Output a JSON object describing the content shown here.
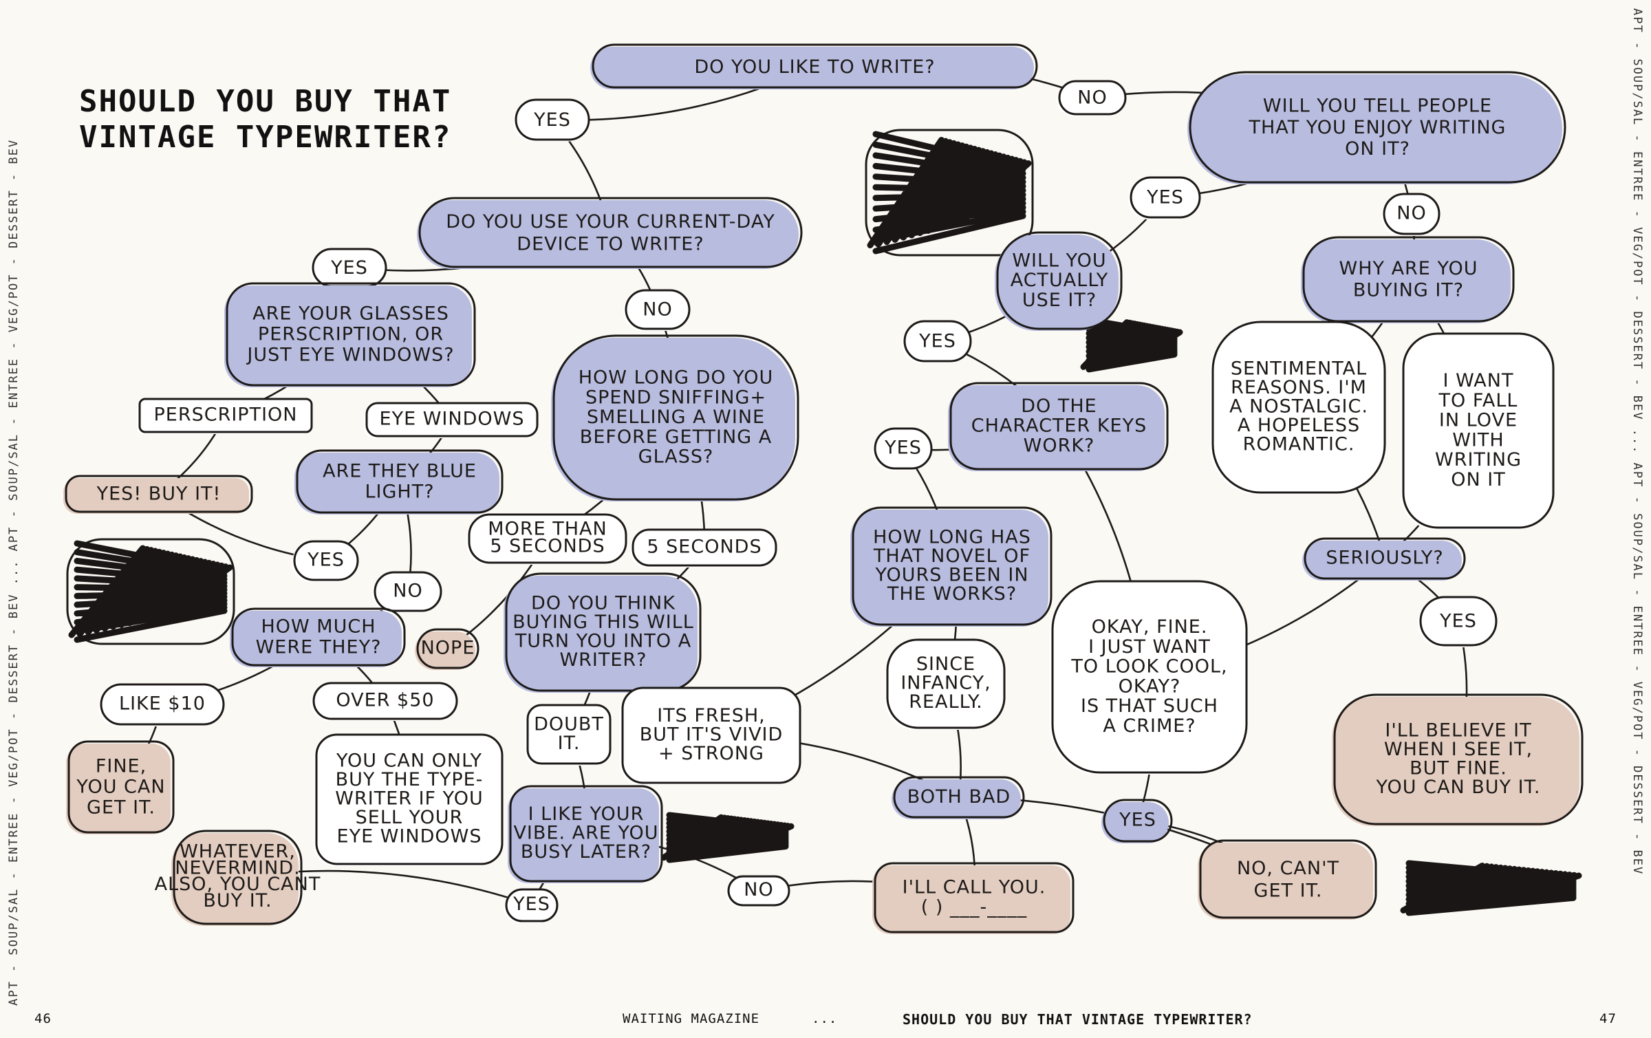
{
  "title_lines": [
    "SHOULD YOU BUY THAT",
    "VINTAGE TYPEWRITER?"
  ],
  "side_rail_left": "APT - SOUP/SAL - ENTREE - VEG/POT - DESSERT - BEV ... APT - SOUP/SAL - ENTREE - VEG/POT - DESSERT - BEV",
  "side_rail_right": "APT - SOUP/SAL - ENTREE - VEG/POT - DESSERT - BEV ... APT - SOUP/SAL - ENTREE - VEG/POT - DESSERT - BEV",
  "footer": {
    "page_left": "46",
    "magazine": "WAITING MAGAZINE",
    "separator": "...",
    "article": "SHOULD YOU BUY THAT VINTAGE TYPEWRITER?",
    "page_right": "47"
  },
  "colors": {
    "question": "#b8bde0",
    "answer": "#ffffff",
    "outcome": "#e3cdc0",
    "stroke": "#1d1a18",
    "scribble": "#1a1615"
  },
  "nodes": [
    {
      "id": "q-like-write",
      "kind": "question",
      "lines": [
        "DO YOU LIKE     TO WRITE?"
      ]
    },
    {
      "id": "a-yes-1",
      "kind": "answer",
      "lines": [
        "YES"
      ]
    },
    {
      "id": "a-no-1",
      "kind": "answer",
      "lines": [
        "NO"
      ]
    },
    {
      "id": "q-tell-people",
      "kind": "question",
      "lines": [
        "WILL YOU TELL PEOPLE",
        "THAT YOU ENJOY WRITING",
        "ON IT?"
      ]
    },
    {
      "id": "q-current-device",
      "kind": "question",
      "lines": [
        "DO YOU USE YOUR CURRENT-DAY",
        "DEVICE TO WRITE?"
      ]
    },
    {
      "id": "a-yes-device",
      "kind": "answer",
      "lines": [
        "YES"
      ]
    },
    {
      "id": "a-no-device",
      "kind": "answer",
      "lines": [
        "NO"
      ]
    },
    {
      "id": "q-glasses",
      "kind": "question",
      "lines": [
        "ARE YOUR GLASSES",
        "PERSCRIPTION, OR",
        "JUST EYE WINDOWS?"
      ]
    },
    {
      "id": "a-perscription",
      "kind": "answer",
      "lines": [
        "PERSCRIPTION"
      ]
    },
    {
      "id": "a-eye-windows",
      "kind": "answer",
      "lines": [
        "EYE WINDOWS"
      ]
    },
    {
      "id": "o-yes-buy",
      "kind": "outcome",
      "lines": [
        "YES! BUY IT!"
      ]
    },
    {
      "id": "q-blue-light",
      "kind": "question",
      "lines": [
        "ARE THEY BLUE",
        "LIGHT?"
      ]
    },
    {
      "id": "a-yes-blue",
      "kind": "answer",
      "lines": [
        "YES"
      ]
    },
    {
      "id": "a-no-blue",
      "kind": "answer",
      "lines": [
        "NO"
      ]
    },
    {
      "id": "q-how-much",
      "kind": "question",
      "lines": [
        "HOW MUCH",
        "WERE THEY?"
      ]
    },
    {
      "id": "a-like-10",
      "kind": "answer",
      "lines": [
        "LIKE $10"
      ]
    },
    {
      "id": "a-over-50",
      "kind": "answer",
      "lines": [
        "OVER $50"
      ]
    },
    {
      "id": "o-fine-get",
      "kind": "outcome",
      "lines": [
        "FINE,",
        "YOU CAN",
        "GET IT."
      ]
    },
    {
      "id": "a-only-buy",
      "kind": "answer",
      "lines": [
        "YOU CAN ONLY",
        "BUY THE TYPE-",
        "WRITER IF YOU",
        "SELL YOUR",
        "EYE WINDOWS"
      ]
    },
    {
      "id": "o-whatever",
      "kind": "outcome",
      "lines": [
        "WHATEVER,",
        "NEVERMIND.",
        "ALSO, YOU CANT",
        "BUY IT."
      ]
    },
    {
      "id": "q-sniffing",
      "kind": "question",
      "lines": [
        "HOW LONG DO YOU",
        "SPEND SNIFFING+",
        "SMELLING A WINE",
        "BEFORE GETTING A",
        "GLASS?"
      ]
    },
    {
      "id": "a-more-5",
      "kind": "answer",
      "lines": [
        "MORE THAN",
        "5 SECONDS"
      ]
    },
    {
      "id": "a-5-seconds",
      "kind": "answer",
      "lines": [
        "5 SECONDS"
      ]
    },
    {
      "id": "o-nope",
      "kind": "outcome",
      "lines": [
        "NOPE"
      ]
    },
    {
      "id": "q-into-writer",
      "kind": "question",
      "lines": [
        "DO YOU THINK",
        "BUYING THIS WILL",
        "TURN YOU INTO A",
        "WRITER?"
      ]
    },
    {
      "id": "a-doubt",
      "kind": "answer",
      "lines": [
        "DOUBT",
        "IT."
      ]
    },
    {
      "id": "a-fresh",
      "kind": "answer",
      "lines": [
        "ITS FRESH,",
        "BUT IT'S VIVID",
        "+ STRONG"
      ]
    },
    {
      "id": "q-vibe",
      "kind": "question",
      "lines": [
        "I LIKE YOUR",
        "VIBE. ARE YOU",
        "BUSY LATER?"
      ]
    },
    {
      "id": "a-yes-vibe",
      "kind": "answer",
      "lines": [
        "YES"
      ]
    },
    {
      "id": "a-no-vibe",
      "kind": "answer",
      "lines": [
        "NO"
      ]
    },
    {
      "id": "o-call-you",
      "kind": "outcome",
      "lines": [
        "I'LL CALL YOU.",
        "(   ) ___-____"
      ]
    },
    {
      "id": "q-actually-use",
      "kind": "question",
      "lines": [
        "WILL YOU",
        "ACTUALLY",
        "USE IT?"
      ]
    },
    {
      "id": "a-yes-tell",
      "kind": "answer",
      "lines": [
        "YES"
      ]
    },
    {
      "id": "a-yes-use",
      "kind": "answer",
      "lines": [
        "YES"
      ]
    },
    {
      "id": "q-keys",
      "kind": "question",
      "lines": [
        "DO THE",
        "CHARACTER KEYS",
        "WORK?"
      ]
    },
    {
      "id": "a-yes-keys",
      "kind": "answer",
      "lines": [
        "YES"
      ]
    },
    {
      "id": "q-novel",
      "kind": "question",
      "lines": [
        "HOW LONG HAS",
        "THAT NOVEL OF",
        "YOURS BEEN IN",
        "THE WORKS?"
      ]
    },
    {
      "id": "a-infancy",
      "kind": "answer",
      "lines": [
        "SINCE",
        "INFANCY,",
        "REALLY."
      ]
    },
    {
      "id": "q-both-bad",
      "kind": "question",
      "lines": [
        "BOTH BAD"
      ]
    },
    {
      "id": "a-look-cool",
      "kind": "answer",
      "lines": [
        "OKAY, FINE.",
        "I JUST WANT",
        "TO LOOK COOL,",
        "OKAY?",
        "IS THAT SUCH",
        "A CRIME?"
      ]
    },
    {
      "id": "a-yes-cool",
      "kind": "question",
      "lines": [
        "YES"
      ]
    },
    {
      "id": "o-no-cant",
      "kind": "outcome",
      "lines": [
        "NO, CAN'T",
        "GET IT."
      ]
    },
    {
      "id": "a-no-tell",
      "kind": "answer",
      "lines": [
        "NO"
      ]
    },
    {
      "id": "q-why-buying",
      "kind": "question",
      "lines": [
        "WHY ARE YOU",
        "BUYING IT?"
      ]
    },
    {
      "id": "a-sentimental",
      "kind": "answer",
      "lines": [
        "SENTIMENTAL",
        "REASONS. I'M",
        "A NOSTALGIC.",
        "A HOPELESS",
        "ROMANTIC."
      ]
    },
    {
      "id": "a-fall-love",
      "kind": "answer",
      "lines": [
        "I WANT",
        "TO FALL",
        "IN LOVE",
        "WITH",
        "WRITING",
        "ON IT"
      ]
    },
    {
      "id": "q-seriously",
      "kind": "question",
      "lines": [
        "SERIOUSLY?"
      ]
    },
    {
      "id": "a-yes-serious",
      "kind": "answer",
      "lines": [
        "YES"
      ]
    },
    {
      "id": "o-believe",
      "kind": "outcome",
      "lines": [
        "I'LL BELIEVE IT",
        "WHEN I SEE IT,",
        "BUT FINE.",
        "YOU CAN BUY IT."
      ]
    }
  ],
  "edges": [
    [
      "q-like-write",
      "a-yes-1"
    ],
    [
      "q-like-write",
      "a-no-1"
    ],
    [
      "a-no-1",
      "q-tell-people"
    ],
    [
      "a-yes-1",
      "q-current-device"
    ],
    [
      "q-current-device",
      "a-yes-device"
    ],
    [
      "q-current-device",
      "a-no-device"
    ],
    [
      "a-yes-device",
      "q-glasses"
    ],
    [
      "q-glasses",
      "a-perscription"
    ],
    [
      "q-glasses",
      "a-eye-windows"
    ],
    [
      "a-perscription",
      "o-yes-buy"
    ],
    [
      "a-eye-windows",
      "q-blue-light"
    ],
    [
      "q-blue-light",
      "a-yes-blue"
    ],
    [
      "q-blue-light",
      "a-no-blue"
    ],
    [
      "a-yes-blue",
      "o-yes-buy"
    ],
    [
      "a-no-blue",
      "q-how-much"
    ],
    [
      "q-how-much",
      "a-like-10"
    ],
    [
      "q-how-much",
      "a-over-50"
    ],
    [
      "a-like-10",
      "o-fine-get"
    ],
    [
      "a-over-50",
      "a-only-buy"
    ],
    [
      "a-no-device",
      "q-sniffing"
    ],
    [
      "q-sniffing",
      "a-more-5"
    ],
    [
      "q-sniffing",
      "a-5-seconds"
    ],
    [
      "a-more-5",
      "o-nope"
    ],
    [
      "a-5-seconds",
      "q-into-writer"
    ],
    [
      "q-into-writer",
      "a-doubt"
    ],
    [
      "q-into-writer",
      "a-fresh"
    ],
    [
      "a-doubt",
      "q-vibe"
    ],
    [
      "q-vibe",
      "a-no-vibe"
    ],
    [
      "a-no-vibe",
      "o-call-you"
    ],
    [
      "o-whatever",
      "a-yes-vibe"
    ],
    [
      "a-yes-vibe",
      "q-vibe"
    ],
    [
      "q-tell-people",
      "a-yes-tell"
    ],
    [
      "a-yes-tell",
      "q-actually-use"
    ],
    [
      "q-actually-use",
      "a-yes-use"
    ],
    [
      "a-yes-use",
      "q-keys"
    ],
    [
      "q-keys",
      "a-yes-keys"
    ],
    [
      "a-yes-keys",
      "q-novel"
    ],
    [
      "q-novel",
      "a-infancy"
    ],
    [
      "a-infancy",
      "q-both-bad"
    ],
    [
      "a-fresh",
      "q-both-bad"
    ],
    [
      "q-both-bad",
      "o-call-you"
    ],
    [
      "q-novel",
      "a-fresh"
    ],
    [
      "q-keys",
      "a-look-cool"
    ],
    [
      "a-look-cool",
      "a-yes-cool"
    ],
    [
      "a-yes-cool",
      "o-no-cant"
    ],
    [
      "q-tell-people",
      "a-no-tell"
    ],
    [
      "a-no-tell",
      "q-why-buying"
    ],
    [
      "q-why-buying",
      "a-sentimental"
    ],
    [
      "q-why-buying",
      "a-fall-love"
    ],
    [
      "a-sentimental",
      "q-seriously"
    ],
    [
      "a-fall-love",
      "q-seriously"
    ],
    [
      "q-seriously",
      "a-look-cool"
    ],
    [
      "q-seriously",
      "a-yes-serious"
    ],
    [
      "a-yes-serious",
      "o-believe"
    ],
    [
      "q-both-bad",
      "o-no-cant"
    ]
  ]
}
